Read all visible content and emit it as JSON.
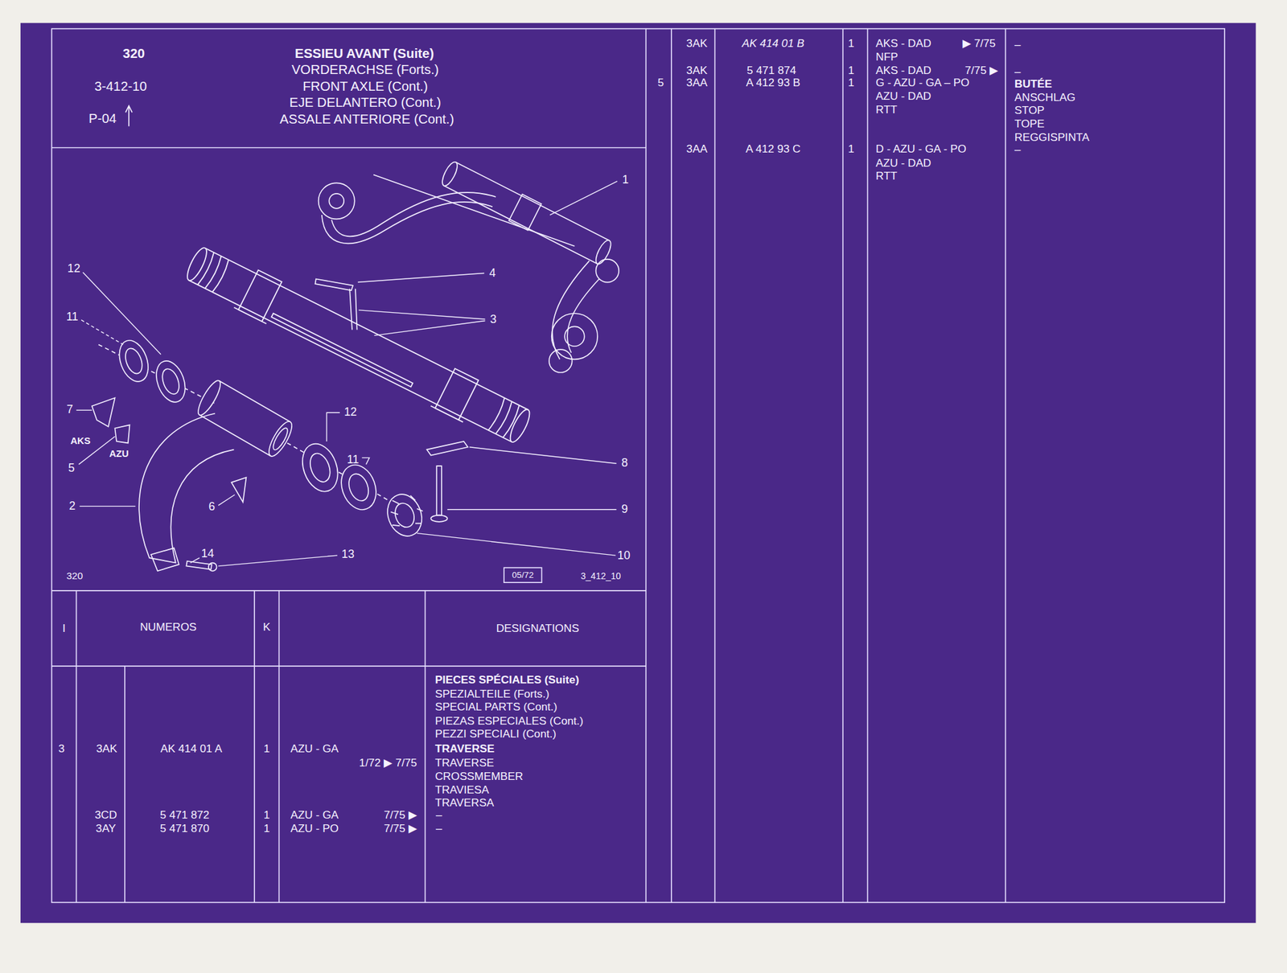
{
  "diagram": {
    "title": "ESSIEU AVANT (Suite)",
    "labels": [
      "320",
      "3-412-10",
      "P-04",
      "VORDERACHSE (Forts.)",
      "FRONT AXLE (Cont.)",
      "EJE DELANTERO (Cont.)",
      "ASSALE ANTERIORE (Cont.)",
      "1",
      "4",
      "3",
      "12",
      "11",
      "7",
      "AKS",
      "AZU",
      "5",
      "2",
      "6",
      "12",
      "11",
      "8",
      "9",
      "10",
      "14",
      "13",
      "320",
      "05/72",
      "3_412_10",
      "I",
      "NUMEROS",
      "K",
      "DESIGNATIONS",
      "PIECES SPÉCIALES (Suite)",
      "SPEZIALTEILE (Forts.)",
      "SPECIAL PARTS (Cont.)",
      "PIEZAS ESPECIALES (Cont.)",
      "PEZZI SPECIALI (Cont.)",
      "3",
      "3AK",
      "AK 414 01 A",
      "1",
      "AZU - GA",
      "1/72 ▶ 7/75",
      "TRAVERSE",
      "TRAVERSE",
      "CROSSMEMBER",
      "TRAVIESA",
      "TRAVERSA",
      "3CD",
      "5 471 872",
      "1",
      "AZU - GA",
      "7/75 ▶",
      "–",
      "3AY",
      "5 471 870",
      "1",
      "AZU - PO",
      "7/75 ▶",
      "–",
      "3AK",
      "AK 414 01 B",
      "1",
      "AKS - DAD",
      "▶ 7/75",
      "–",
      "NFP",
      "3AK",
      "5 471 874",
      "1",
      "AKS - DAD",
      "7/75 ▶",
      "–",
      "5",
      "3AA",
      "A 412 93 B",
      "1",
      "G - AZU - GA – PO",
      "BUTÉE",
      "ANSCHLAG",
      "STOP",
      "TOPE",
      "REGGISPINTA",
      "AZU - DAD",
      "RTT",
      "3AA",
      "A 412 93 C",
      "1",
      "D - AZU - GA - PO",
      "AZU - DAD",
      "RTT",
      "–"
    ]
  }
}
